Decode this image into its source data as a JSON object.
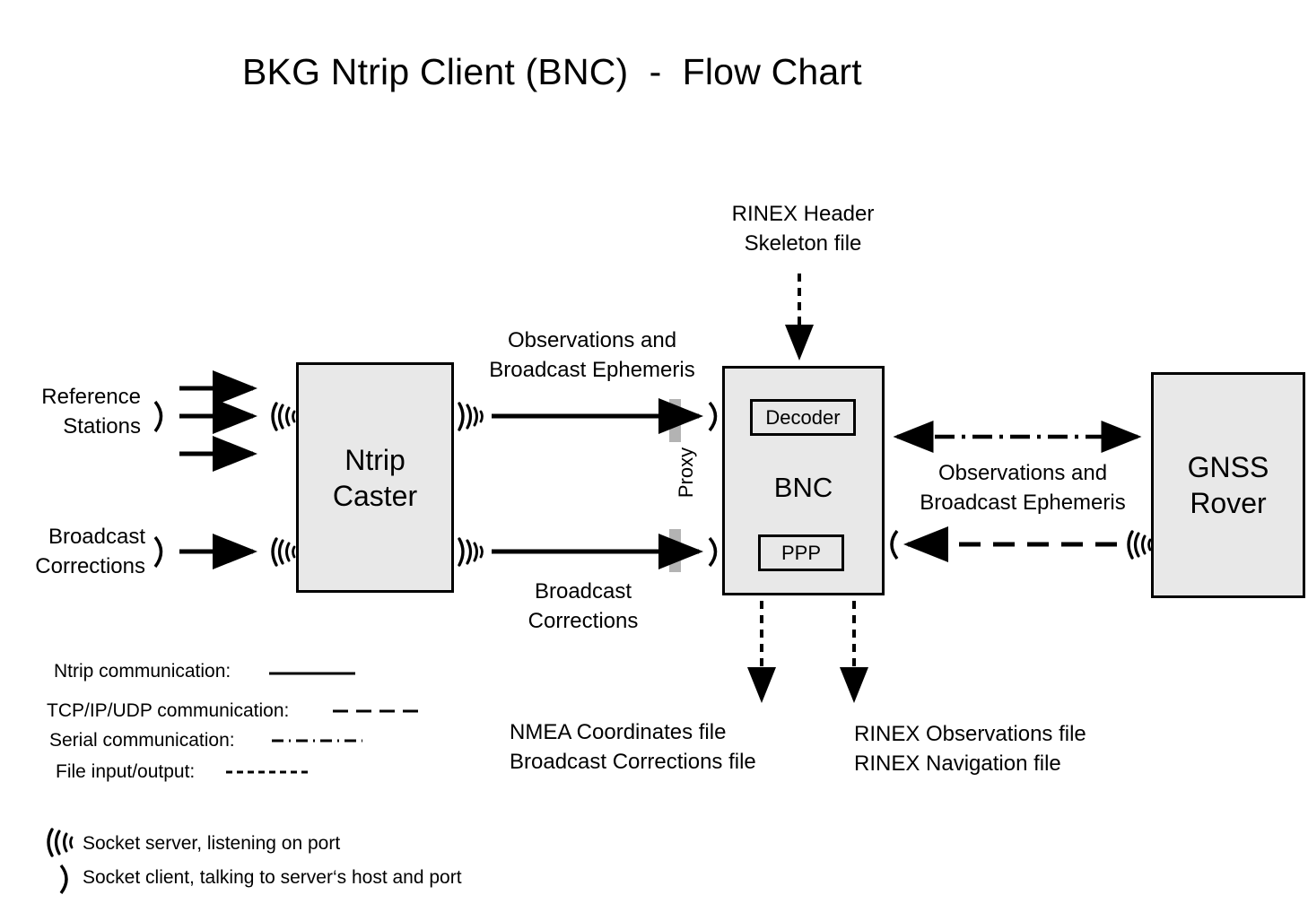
{
  "title": "BKG Ntrip Client (BNC)  -  Flow Chart",
  "colors": {
    "node_fill": "#E8E8E8",
    "node_border": "#000000",
    "proxy_bar": "#B3B3B3",
    "background": "#FFFFFF",
    "text": "#000000"
  },
  "nodes": {
    "caster": "Ntrip\nCaster",
    "bnc": "BNC",
    "rover": "GNSS\nRover",
    "decoder": "Decoder",
    "ppp": "PPP"
  },
  "labels": {
    "reference_stations": "Reference\nStations",
    "broadcast_corrections_left": "Broadcast\nCorrections",
    "observations_ephemeris_mid": "Observations and\nBroadcast Ephemeris",
    "broadcast_corrections_mid": "Broadcast\nCorrections",
    "observations_ephemeris_right": "Observations and\nBroadcast Ephemeris",
    "rinex_header_skeleton": "RINEX Header\nSkeleton file",
    "proxy": "Proxy",
    "outputs_left": "NMEA Coordinates file\nBroadcast Corrections file",
    "outputs_right": "RINEX Observations file\nRINEX Navigation file"
  },
  "legend": {
    "lines": [
      {
        "label": "Ntrip communication:",
        "style": "solid",
        "icon": "solid-line-icon"
      },
      {
        "label": "TCP/IP/UDP communication:",
        "style": "long-dash",
        "icon": "dashed-line-icon"
      },
      {
        "label": "Serial communication:",
        "style": "dash-dot",
        "icon": "dash-dot-line-icon"
      },
      {
        "label": "File input/output:",
        "style": "short-dash",
        "icon": "dotted-line-icon"
      }
    ],
    "sockets": [
      {
        "label": "Socket server, listening on port",
        "icon": "socket-server-icon"
      },
      {
        "label": "Socket client, talking to server‘s host and port",
        "icon": "socket-client-icon"
      }
    ]
  }
}
